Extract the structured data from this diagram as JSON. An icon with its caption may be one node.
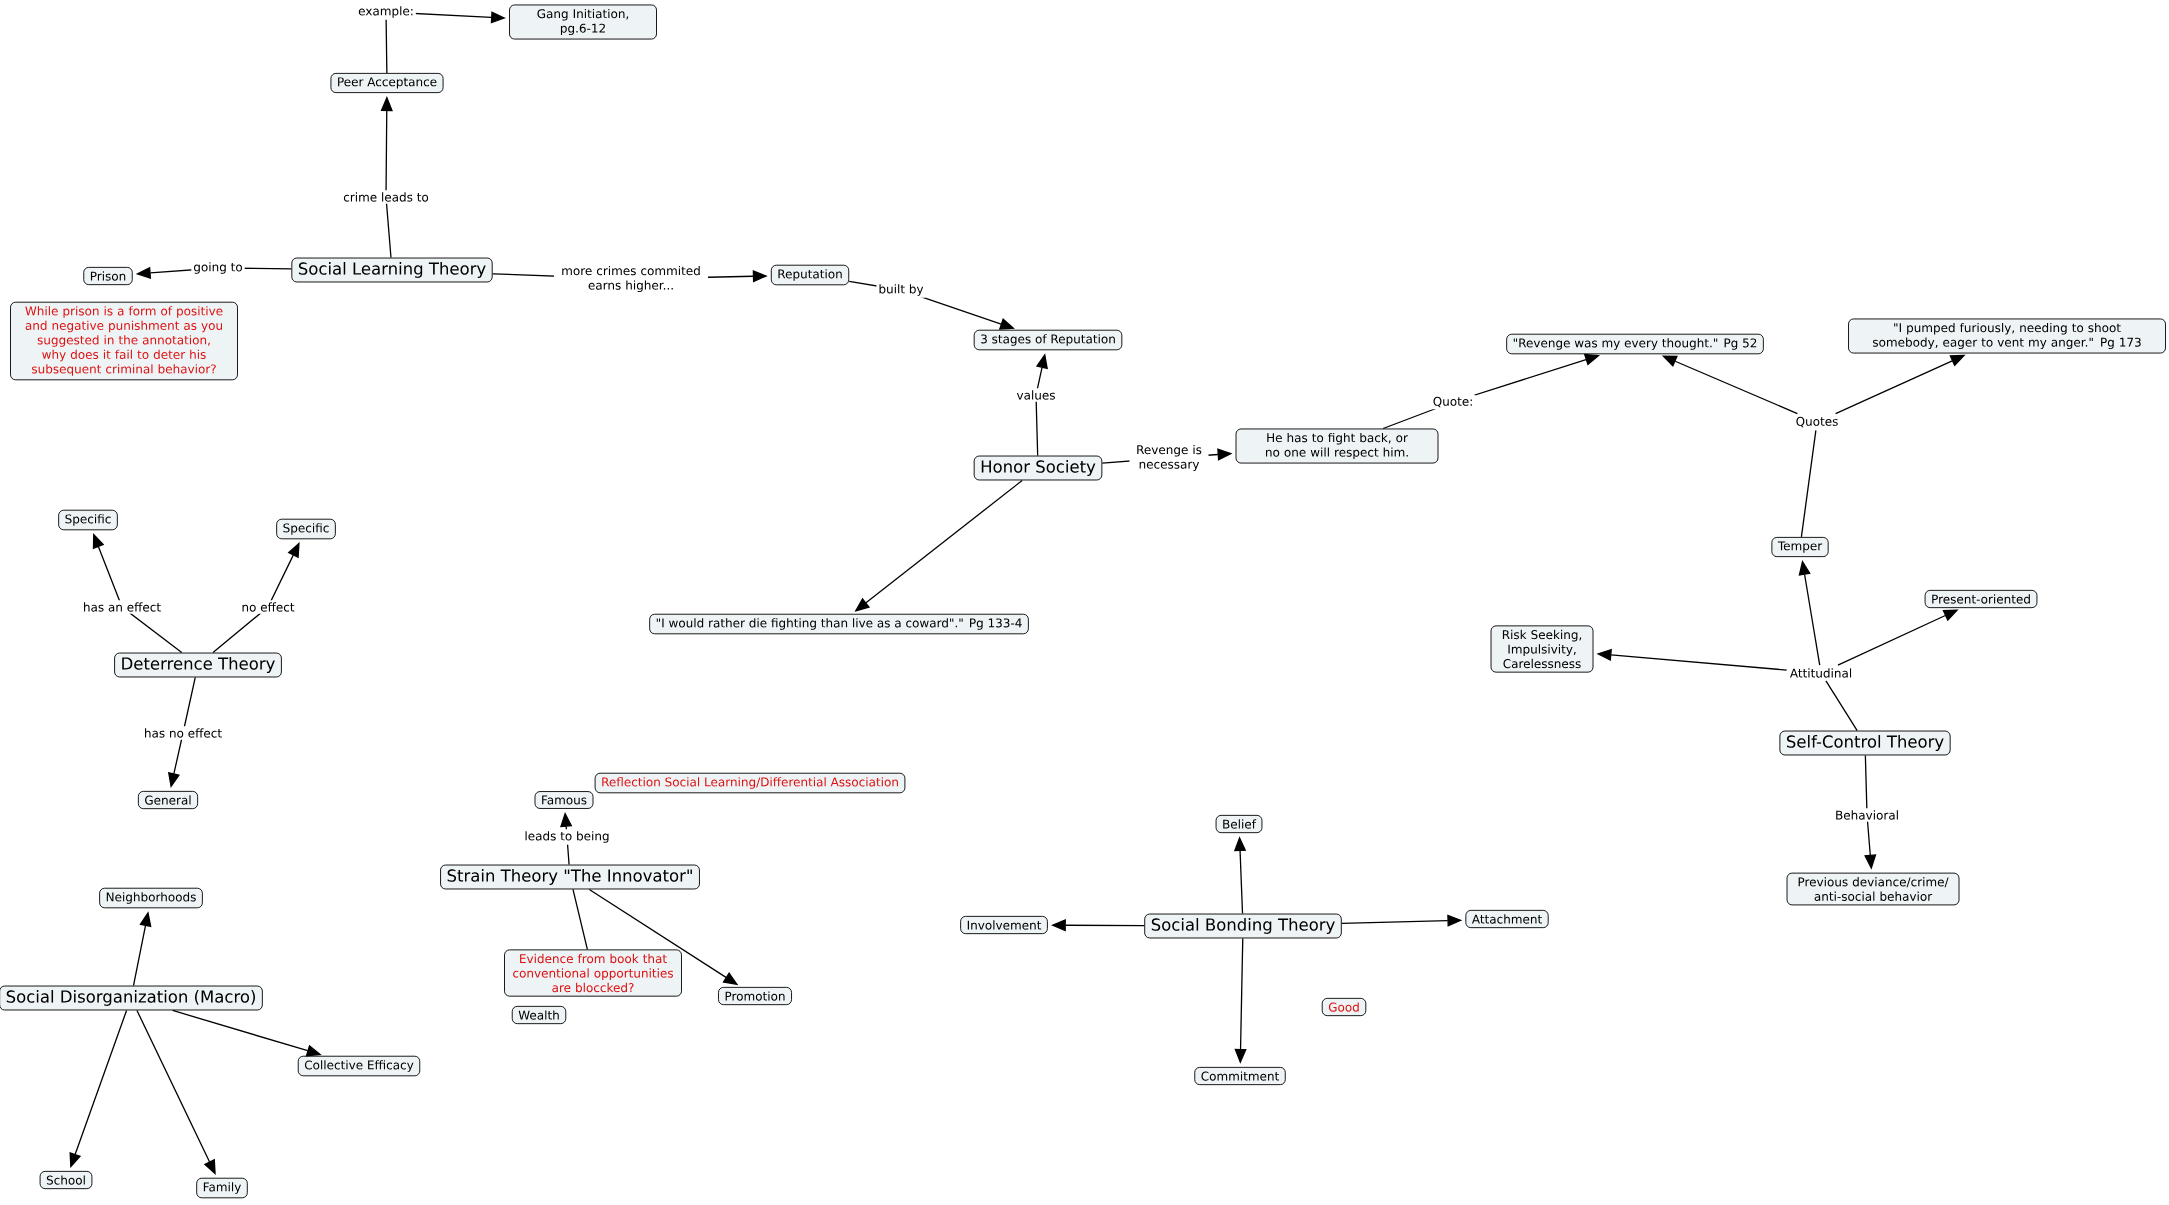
{
  "diagram": {
    "nodes": [
      {
        "text": [
          "Gang Initiation, pg.6-12"
        ]
      },
      {
        "text": [
          "Peer Acceptance"
        ]
      },
      {
        "text": [
          "Social Learning Theory"
        ]
      },
      {
        "text": [
          "Prison"
        ]
      },
      {
        "text": [
          "Reputation"
        ]
      },
      {
        "text": [
          "While prison is a form of positive and negative punishment as you suggested in the annotation, why does it fail to deter his subsequent criminal behavior?"
        ]
      },
      {
        "text": [
          "3 stages of Reputation"
        ]
      },
      {
        "text": [
          "\"Revenge was my every thought.\" Pg 52"
        ]
      },
      {
        "text": [
          "\"I pumped furiously, needing to shoot somebody, eager to vent my anger.\" Pg 173"
        ]
      },
      {
        "text": [
          "Honor Society"
        ]
      },
      {
        "text": [
          "He has to fight back, or no one will respect him."
        ]
      },
      {
        "text": [
          "Quotes"
        ]
      },
      {
        "text": [
          "Specific"
        ]
      },
      {
        "text": [
          "Specific"
        ]
      },
      {
        "text": [
          "Temper"
        ]
      },
      {
        "text": [
          "\"I would rather die fighting than live as a coward\".\" Pg 133-4"
        ]
      },
      {
        "text": [
          "Present-oriented"
        ]
      },
      {
        "text": [
          "Risk Seeking, Impulsivity, Carelessness"
        ]
      },
      {
        "text": [
          "Attitudinal"
        ]
      },
      {
        "text": [
          "Deterrence Theory"
        ]
      },
      {
        "text": [
          "Self-Control Theory"
        ]
      },
      {
        "text": [
          "Reflection Social Learning/Differential Association"
        ]
      },
      {
        "text": [
          "Famous"
        ]
      },
      {
        "text": [
          "General"
        ]
      },
      {
        "text": [
          "Belief"
        ]
      },
      {
        "text": [
          "Strain Theory \"The Innovator\""
        ]
      },
      {
        "text": [
          "Previous deviance/crime/ anti-social behavior"
        ]
      },
      {
        "text": [
          "Neighborhoods"
        ]
      },
      {
        "text": [
          "Involvement"
        ]
      },
      {
        "text": [
          "Social Bonding Theory"
        ]
      },
      {
        "text": [
          "Attachment"
        ]
      },
      {
        "text": [
          "Evidence from book that conventional opportunities are bloccked?"
        ]
      },
      {
        "text": [
          "Promotion"
        ]
      },
      {
        "text": [
          "Social Disorganization (Macro)"
        ]
      },
      {
        "text": [
          "Wealth"
        ]
      },
      {
        "text": [
          "Good"
        ]
      },
      {
        "text": [
          "Collective Efficacy"
        ]
      },
      {
        "text": [
          "Commitment"
        ]
      },
      {
        "text": [
          "School"
        ]
      },
      {
        "text": [
          "Family"
        ]
      }
    ],
    "edges": [
      {
        "from": 1,
        "to": 0,
        "arrow": "to",
        "label": "example:"
      },
      {
        "from": 2,
        "to": 1,
        "arrow": "to",
        "label": "crime leads to"
      },
      {
        "from": 2,
        "to": 3,
        "arrow": "to",
        "label": "going to"
      },
      {
        "from": 2,
        "to": 4,
        "arrow": "to",
        "label": "more crimes commited earns higher..."
      },
      {
        "from": 4,
        "to": 6,
        "arrow": "to",
        "label": "built by"
      },
      {
        "from": 9,
        "to": 6,
        "arrow": "to",
        "label": "values"
      },
      {
        "from": 9,
        "to": 10,
        "arrow": "to",
        "label": "Revenge is necessary"
      },
      {
        "from": 10,
        "to": 7,
        "arrow": "to",
        "label": "Quote:"
      },
      {
        "from": 14,
        "to": 11,
        "arrow": "none"
      },
      {
        "from": 11,
        "to": 7,
        "arrow": "to"
      },
      {
        "from": 11,
        "to": 8,
        "arrow": "to"
      },
      {
        "from": 9,
        "to": 15,
        "arrow": "to"
      },
      {
        "from": 19,
        "to": 12,
        "arrow": "to",
        "label": "has an effect"
      },
      {
        "from": 19,
        "to": 13,
        "arrow": "to",
        "label": "no effect"
      },
      {
        "from": 19,
        "to": 23,
        "arrow": "to",
        "label": "has no effect"
      },
      {
        "from": 20,
        "to": 18,
        "arrow": "none"
      },
      {
        "from": 18,
        "to": 14,
        "arrow": "to"
      },
      {
        "from": 18,
        "to": 16,
        "arrow": "to"
      },
      {
        "from": 18,
        "to": 17,
        "arrow": "to"
      },
      {
        "from": 20,
        "to": 26,
        "arrow": "to",
        "label": "Behavioral"
      },
      {
        "from": 25,
        "to": 22,
        "arrow": "to",
        "label": "leads to being"
      },
      {
        "from": 25,
        "to": 31,
        "arrow": "none"
      },
      {
        "from": 25,
        "to": 32,
        "arrow": "to"
      },
      {
        "from": 33,
        "to": 27,
        "arrow": "to"
      },
      {
        "from": 33,
        "to": 38,
        "arrow": "to"
      },
      {
        "from": 33,
        "to": 39,
        "arrow": "to"
      },
      {
        "from": 33,
        "to": 36,
        "arrow": "to"
      },
      {
        "from": 29,
        "to": 24,
        "arrow": "to"
      },
      {
        "from": 29,
        "to": 28,
        "arrow": "to"
      },
      {
        "from": 29,
        "to": 30,
        "arrow": "to"
      },
      {
        "from": 29,
        "to": 37,
        "arrow": "to"
      }
    ]
  }
}
